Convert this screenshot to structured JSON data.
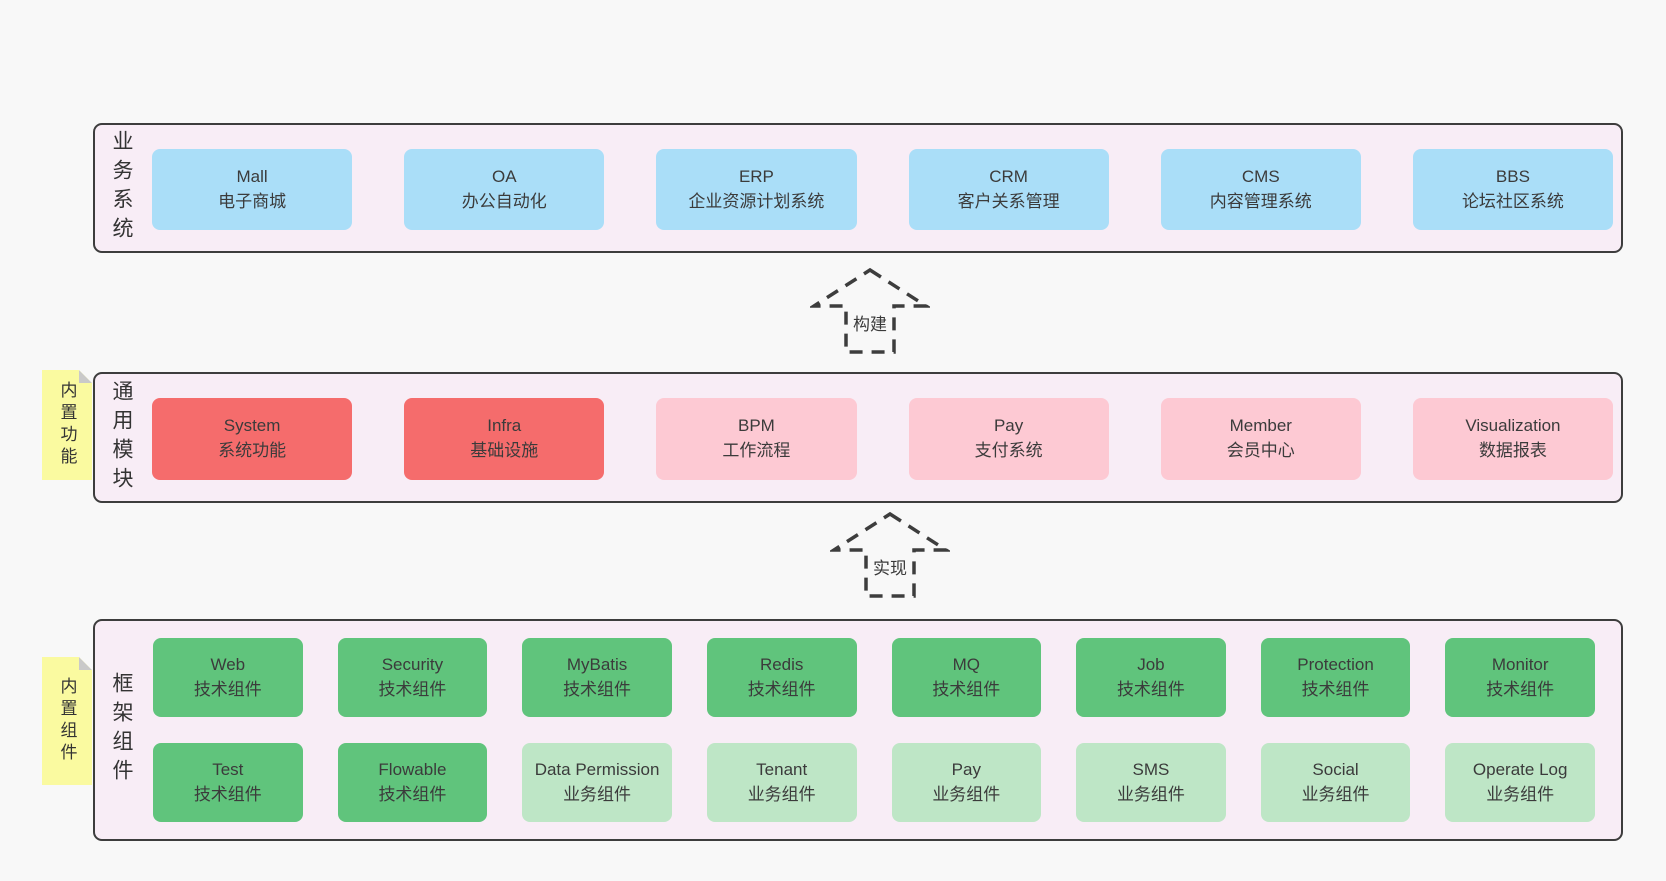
{
  "colors": {
    "page_background": "#f8f8f8",
    "layer_background": "#f8edf6",
    "layer_border": "#3d3d3d",
    "node_blue": "#aadef8",
    "node_red": "#f56c6c",
    "node_pink": "#fdc9d3",
    "node_green": "#60c47c",
    "node_light_green": "#bee6c6",
    "note_yellow": "#fafaa0",
    "note_fold_gray": "#c9c9c9"
  },
  "arrows": {
    "build": "构建",
    "implement": "实现"
  },
  "layers": {
    "business": {
      "label": "业务系统",
      "boxes": [
        {
          "title": "Mall",
          "subtitle": "电子商城"
        },
        {
          "title": "OA",
          "subtitle": "办公自动化"
        },
        {
          "title": "ERP",
          "subtitle": "企业资源计划系统"
        },
        {
          "title": "CRM",
          "subtitle": "客户关系管理"
        },
        {
          "title": "CMS",
          "subtitle": "内容管理系统"
        },
        {
          "title": "BBS",
          "subtitle": "论坛社区系统"
        }
      ]
    },
    "modules": {
      "label": "通用模块",
      "note": "内置功能",
      "boxes": [
        {
          "title": "System",
          "subtitle": "系统功能"
        },
        {
          "title": "Infra",
          "subtitle": "基础设施"
        },
        {
          "title": "BPM",
          "subtitle": "工作流程"
        },
        {
          "title": "Pay",
          "subtitle": "支付系统"
        },
        {
          "title": "Member",
          "subtitle": "会员中心"
        },
        {
          "title": "Visualization",
          "subtitle": "数据报表"
        }
      ]
    },
    "framework": {
      "label": "框架组件",
      "note": "内置组件",
      "row1": [
        {
          "title": "Web",
          "subtitle": "技术组件"
        },
        {
          "title": "Security",
          "subtitle": "技术组件"
        },
        {
          "title": "MyBatis",
          "subtitle": "技术组件"
        },
        {
          "title": "Redis",
          "subtitle": "技术组件"
        },
        {
          "title": "MQ",
          "subtitle": "技术组件"
        },
        {
          "title": "Job",
          "subtitle": "技术组件"
        },
        {
          "title": "Protection",
          "subtitle": "技术组件"
        },
        {
          "title": "Monitor",
          "subtitle": "技术组件"
        }
      ],
      "row2": [
        {
          "title": "Test",
          "subtitle": "技术组件"
        },
        {
          "title": "Flowable",
          "subtitle": "技术组件"
        },
        {
          "title": "Data Permission",
          "subtitle": "业务组件"
        },
        {
          "title": "Tenant",
          "subtitle": "业务组件"
        },
        {
          "title": "Pay",
          "subtitle": "业务组件"
        },
        {
          "title": "SMS",
          "subtitle": "业务组件"
        },
        {
          "title": "Social",
          "subtitle": "业务组件"
        },
        {
          "title": "Operate Log",
          "subtitle": "业务组件"
        }
      ]
    }
  }
}
